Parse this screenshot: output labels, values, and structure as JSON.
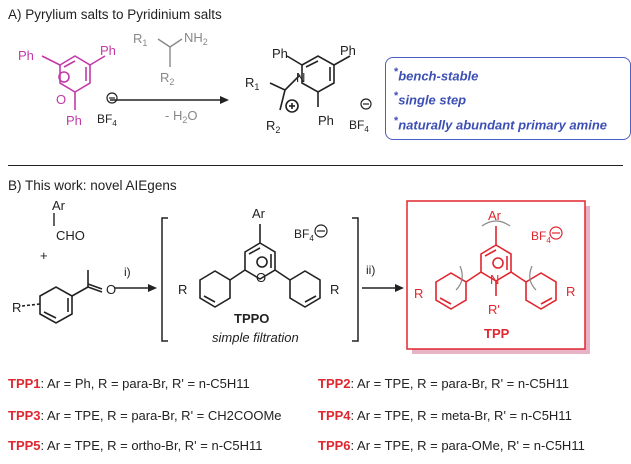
{
  "sectionA": {
    "title": "A) Pyrylium salts to Pyridinium salts",
    "amine_nh2": "NH2",
    "r1": "R1",
    "r2": "R2",
    "ph": "Ph",
    "bf4": "BF4",
    "minus_h2o": "- H2O",
    "benefits": [
      "bench-stable",
      "single step",
      "naturally abundant primary amine"
    ]
  },
  "sectionB": {
    "title": "B) This work: novel AIEgens",
    "ar": "Ar",
    "cho": "CHO",
    "plus": "+",
    "step_i": "i)",
    "step_ii": "ii)",
    "tppo": "TPPO",
    "simple_filtration": "simple filtration",
    "tpp": "TPP",
    "r_prime": "R'"
  },
  "compounds": [
    {
      "name": "TPP1",
      "desc": "Ar = Ph, R = para-Br, R' = n-C5H11"
    },
    {
      "name": "TPP2",
      "desc": "Ar = TPE, R = para-Br, R' = n-C5H11"
    },
    {
      "name": "TPP3",
      "desc": "Ar = TPE, R = para-Br, R' = CH2COOMe"
    },
    {
      "name": "TPP4",
      "desc": "Ar = TPE, R = meta-Br, R' = n-C5H11"
    },
    {
      "name": "TPP5",
      "desc": "Ar = TPE, R = ortho-Br, R' = n-C5H11"
    },
    {
      "name": "TPP6",
      "desc": "Ar = TPE, R = para-OMe, R' = n-C5H11"
    }
  ],
  "colors": {
    "magenta": "#c23aa8",
    "red": "#e0262f",
    "blue": "#3c4fb5",
    "gray": "#888888"
  }
}
